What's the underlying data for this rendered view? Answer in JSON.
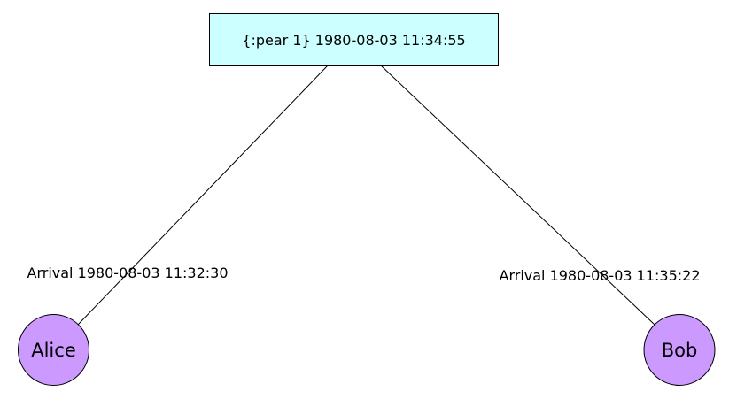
{
  "colors": {
    "background": "#ffffff",
    "event_fill": "#ccffff",
    "agent_fill": "#cc99ff",
    "stroke": "#000000"
  },
  "event": {
    "label": "{:pear 1} 1980-08-03 11:34:55"
  },
  "agents": [
    {
      "name": "Alice",
      "arrival_label": "Arrival 1980-08-03 11:32:30"
    },
    {
      "name": "Bob",
      "arrival_label": "Arrival 1980-08-03 11:35:22"
    }
  ]
}
